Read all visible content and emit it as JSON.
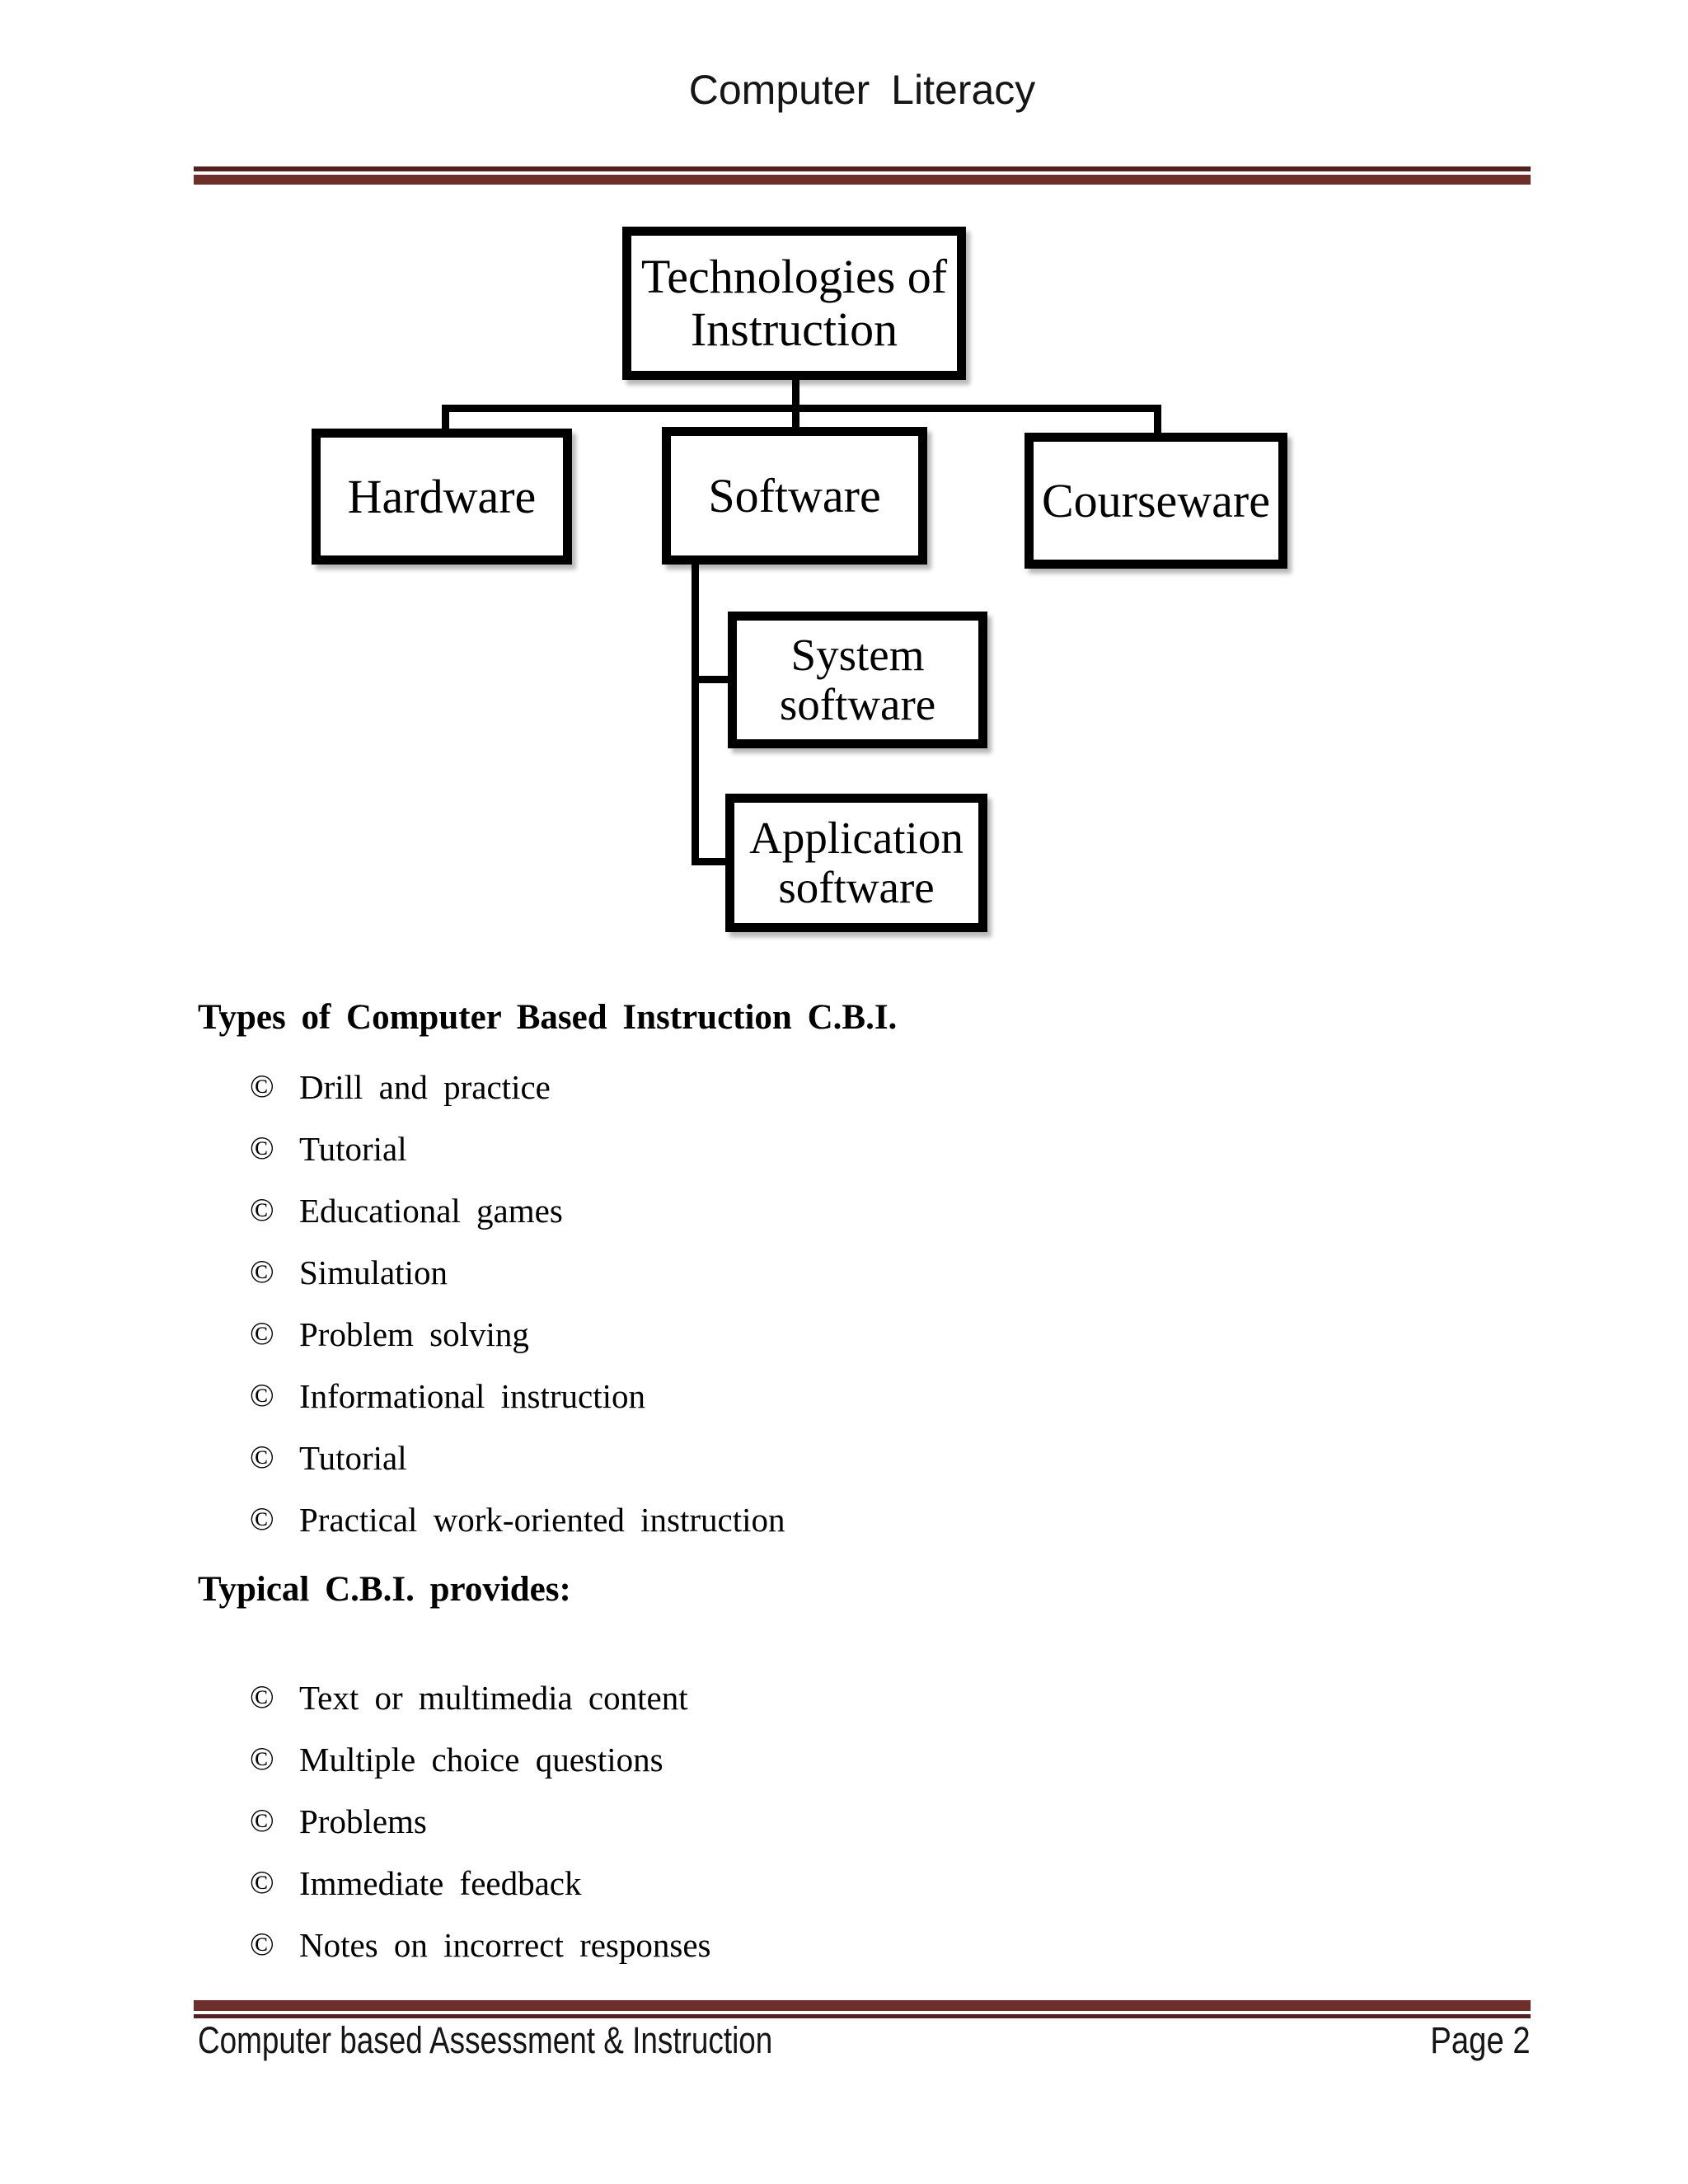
{
  "header": {
    "title": "Computer Literacy"
  },
  "colors": {
    "rule-thick": "#6e2f2b",
    "rule-thin": "#51201f",
    "stroke": "#000000",
    "page-bg": "#ffffff"
  },
  "bullet_glyph": "©",
  "diagram": {
    "root": {
      "label": "Technologies of Instruction",
      "lines": [
        "Technologies of",
        "Instruction"
      ]
    },
    "level2": [
      {
        "label": "Hardware"
      },
      {
        "label": "Software"
      },
      {
        "label": "Courseware"
      }
    ],
    "level3": [
      {
        "label": "System software",
        "lines": [
          "System",
          "software"
        ]
      },
      {
        "label": "Application software",
        "lines": [
          "Application",
          "software"
        ]
      }
    ]
  },
  "sections": [
    {
      "heading": "Types of Computer Based Instruction C.B.I.",
      "items": [
        "Drill and practice",
        "Tutorial",
        "Educational games",
        "Simulation",
        "Problem solving",
        "Informational instruction",
        "Tutorial",
        "Practical work-oriented instruction"
      ]
    },
    {
      "heading": "Typical C.B.I. provides:",
      "items": [
        "Text or multimedia content",
        "Multiple choice questions",
        "Problems",
        "Immediate feedback",
        "Notes on incorrect responses"
      ]
    }
  ],
  "footer": {
    "left": "Computer based Assessment & Instruction",
    "right": "Page 2"
  }
}
